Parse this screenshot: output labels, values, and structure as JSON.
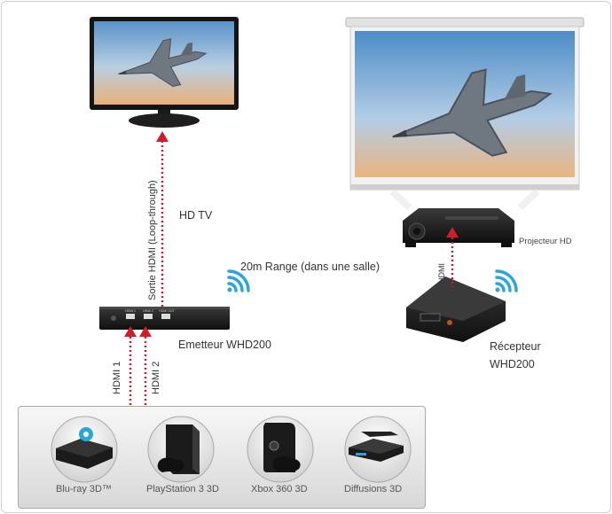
{
  "labels": {
    "hd_tv": "HD TV",
    "loop_through": "Sortie HDMI (Loop-through)",
    "range": "20m Range (dans une salle)",
    "transmitter": "Emetteur WHD200",
    "projector": "Projecteur HD",
    "hdmi_proj": "HDMI",
    "receiver_line1": "Récepteur",
    "receiver_line2": "WHD200",
    "hdmi1": "HDMI 1",
    "hdmi2": "HDMI 2"
  },
  "ports": [
    "HDMI 1",
    "HDMI 2",
    "HDMI OUT"
  ],
  "devices": [
    {
      "name": "Blu-ray 3D™",
      "icon": "bluray-player-icon"
    },
    {
      "name": "PlayStation 3 3D",
      "icon": "playstation-console-icon"
    },
    {
      "name": "Xbox 360 3D",
      "icon": "xbox-console-icon"
    },
    {
      "name": "Diffusions 3D",
      "icon": "set-top-box-icon"
    }
  ],
  "colors": {
    "signal": "#cc1f2b",
    "wifi": "#2aa7d8",
    "device_black": "#1b1b1b"
  }
}
